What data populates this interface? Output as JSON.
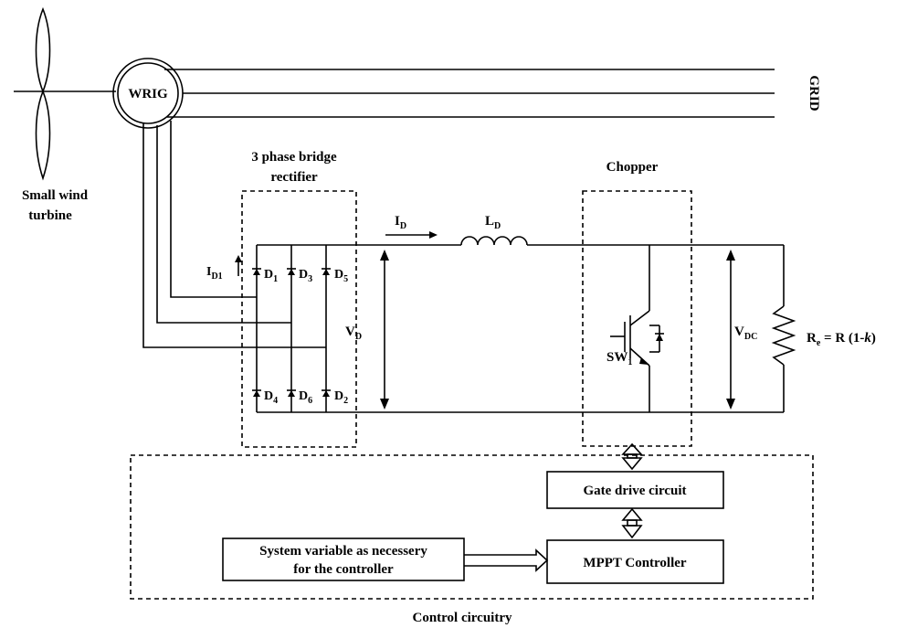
{
  "labels": {
    "generator": "WRIG",
    "grid": "GRID",
    "turbine_line1": "Small wind",
    "turbine_line2": "turbine",
    "rectifier_line1": "3 phase bridge",
    "rectifier_line2": "rectifier",
    "chopper": "Chopper",
    "id_main": "I",
    "id_main_sub": "D",
    "ld": "L",
    "ld_sub": "D",
    "id1": "I",
    "id1_sub": "D1",
    "vd": "V",
    "vd_sub": "D",
    "vdc": "V",
    "vdc_sub": "DC",
    "switch": "SW",
    "switch_sub": "1",
    "re_main": "R",
    "re_sub": "e",
    "re_rest": " = R (1-",
    "re_k": "k",
    "re_end": ")",
    "diodes": [
      {
        "name": "D",
        "sub": "1"
      },
      {
        "name": "D",
        "sub": "3"
      },
      {
        "name": "D",
        "sub": "5"
      },
      {
        "name": "D",
        "sub": "4"
      },
      {
        "name": "D",
        "sub": "6"
      },
      {
        "name": "D",
        "sub": "2"
      }
    ],
    "gate_drive": "Gate drive circuit",
    "mppt": "MPPT Controller",
    "sysvar_line1": "System variable as necessery",
    "sysvar_line2": "for the controller",
    "control": "Control circuitry"
  }
}
